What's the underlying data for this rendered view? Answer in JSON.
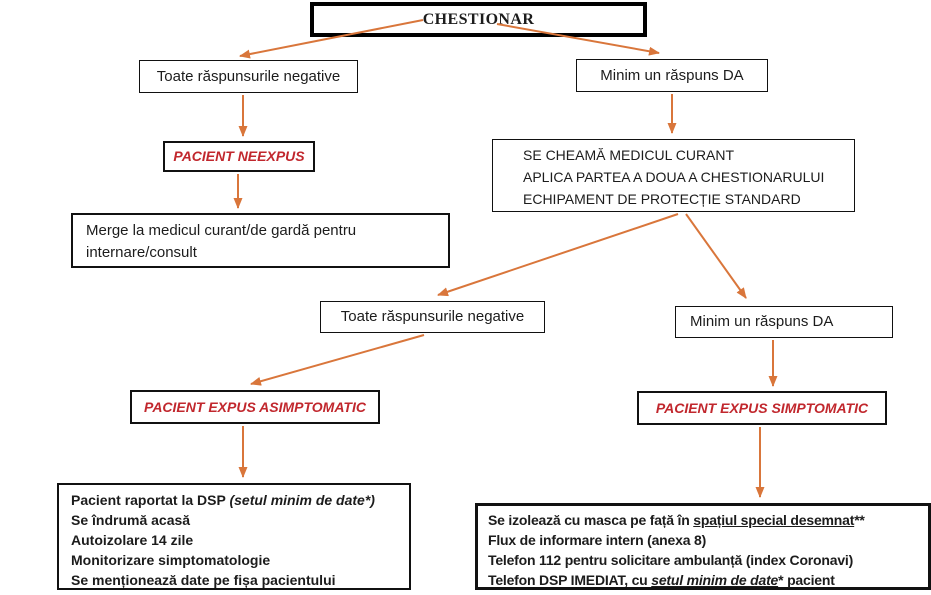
{
  "diagram": {
    "language": "Romanian",
    "arrow_color": "#d9763b",
    "red_label_color": "#c1272d",
    "border_color": "#000000",
    "background_color": "#ffffff"
  },
  "nodes": {
    "chestionar": {
      "label": "CHESTIONAR"
    },
    "neg1": {
      "label": "Toate răspunsurile negative"
    },
    "da1": {
      "label": "Minim un răspuns DA"
    },
    "neexpus": {
      "label": "PACIENT NEEXPUS"
    },
    "merge": {
      "line1": "Merge la medicul curant/de gardă pentru",
      "line2": "internare/consult"
    },
    "cheama": {
      "line1": "SE CHEAMĂ MEDICUL CURANT",
      "line2": "APLICA PARTEA A DOUA A CHESTIONARULUI",
      "line3": "ECHIPAMENT DE PROTECȚIE STANDARD"
    },
    "neg2": {
      "label": "Toate răspunsurile negative"
    },
    "da2": {
      "label": "Minim un răspuns DA"
    },
    "asimptomatic": {
      "label": "PACIENT EXPUS ASIMPTOMATIC"
    },
    "simptomatic": {
      "label": "PACIENT EXPUS SIMPTOMATIC"
    },
    "report": {
      "line1_text": "Pacient raportat la DSP ",
      "line1_em": "(setul minim de date*)",
      "line2": "Se îndrumă acasă",
      "line3": "Autoizolare 14 zile",
      "line4": "Monitorizare simptomatologie",
      "line5": "Se menționează date pe fișa pacientului"
    },
    "izolare": {
      "line1_pre": "Se izolează cu masca pe față în ",
      "line1_u": "spațiul special desemnat",
      "line1_suf": "**",
      "line2": "Flux de informare intern (anexa 8)",
      "line3": "Telefon 112 pentru solicitare ambulanță (index Coronavi)",
      "line4_pre": "Telefon DSP IMEDIAT, cu ",
      "line4_u": "setul minim de date",
      "line4_suf": "* pacient"
    }
  },
  "edges": [
    {
      "from": "chestionar",
      "to": "neg1"
    },
    {
      "from": "chestionar",
      "to": "da1"
    },
    {
      "from": "neg1",
      "to": "neexpus"
    },
    {
      "from": "neexpus",
      "to": "merge"
    },
    {
      "from": "da1",
      "to": "cheama"
    },
    {
      "from": "cheama",
      "to": "neg2"
    },
    {
      "from": "cheama",
      "to": "da2"
    },
    {
      "from": "neg2",
      "to": "asimptomatic"
    },
    {
      "from": "asimptomatic",
      "to": "report"
    },
    {
      "from": "da2",
      "to": "simptomatic"
    },
    {
      "from": "simptomatic",
      "to": "izolare"
    }
  ]
}
